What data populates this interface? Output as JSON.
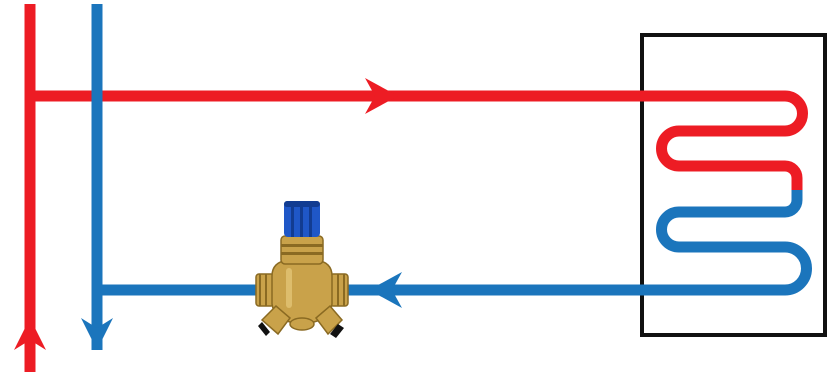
{
  "colors": {
    "supply": "#ed1c24",
    "return": "#1b75bc",
    "frame": "#111111",
    "brass": "#c9a24a",
    "brass_dark": "#8a6a22",
    "brass_light": "#e6c97a",
    "cap": "#1f57c7",
    "cap_dark": "#123c91",
    "background": "#ffffff"
  },
  "diagram": {
    "supply_line": {
      "direction_on_riser": "up",
      "direction_on_branch": "right"
    },
    "return_line": {
      "direction_on_riser": "down",
      "direction_on_branch": "left"
    },
    "heat_exchanger": {
      "shape": "serpentine-coil",
      "enclosure": "rectangle"
    },
    "valve": {
      "type": "balancing-valve",
      "icon": "valve-icon",
      "cap_color": "blue"
    }
  }
}
